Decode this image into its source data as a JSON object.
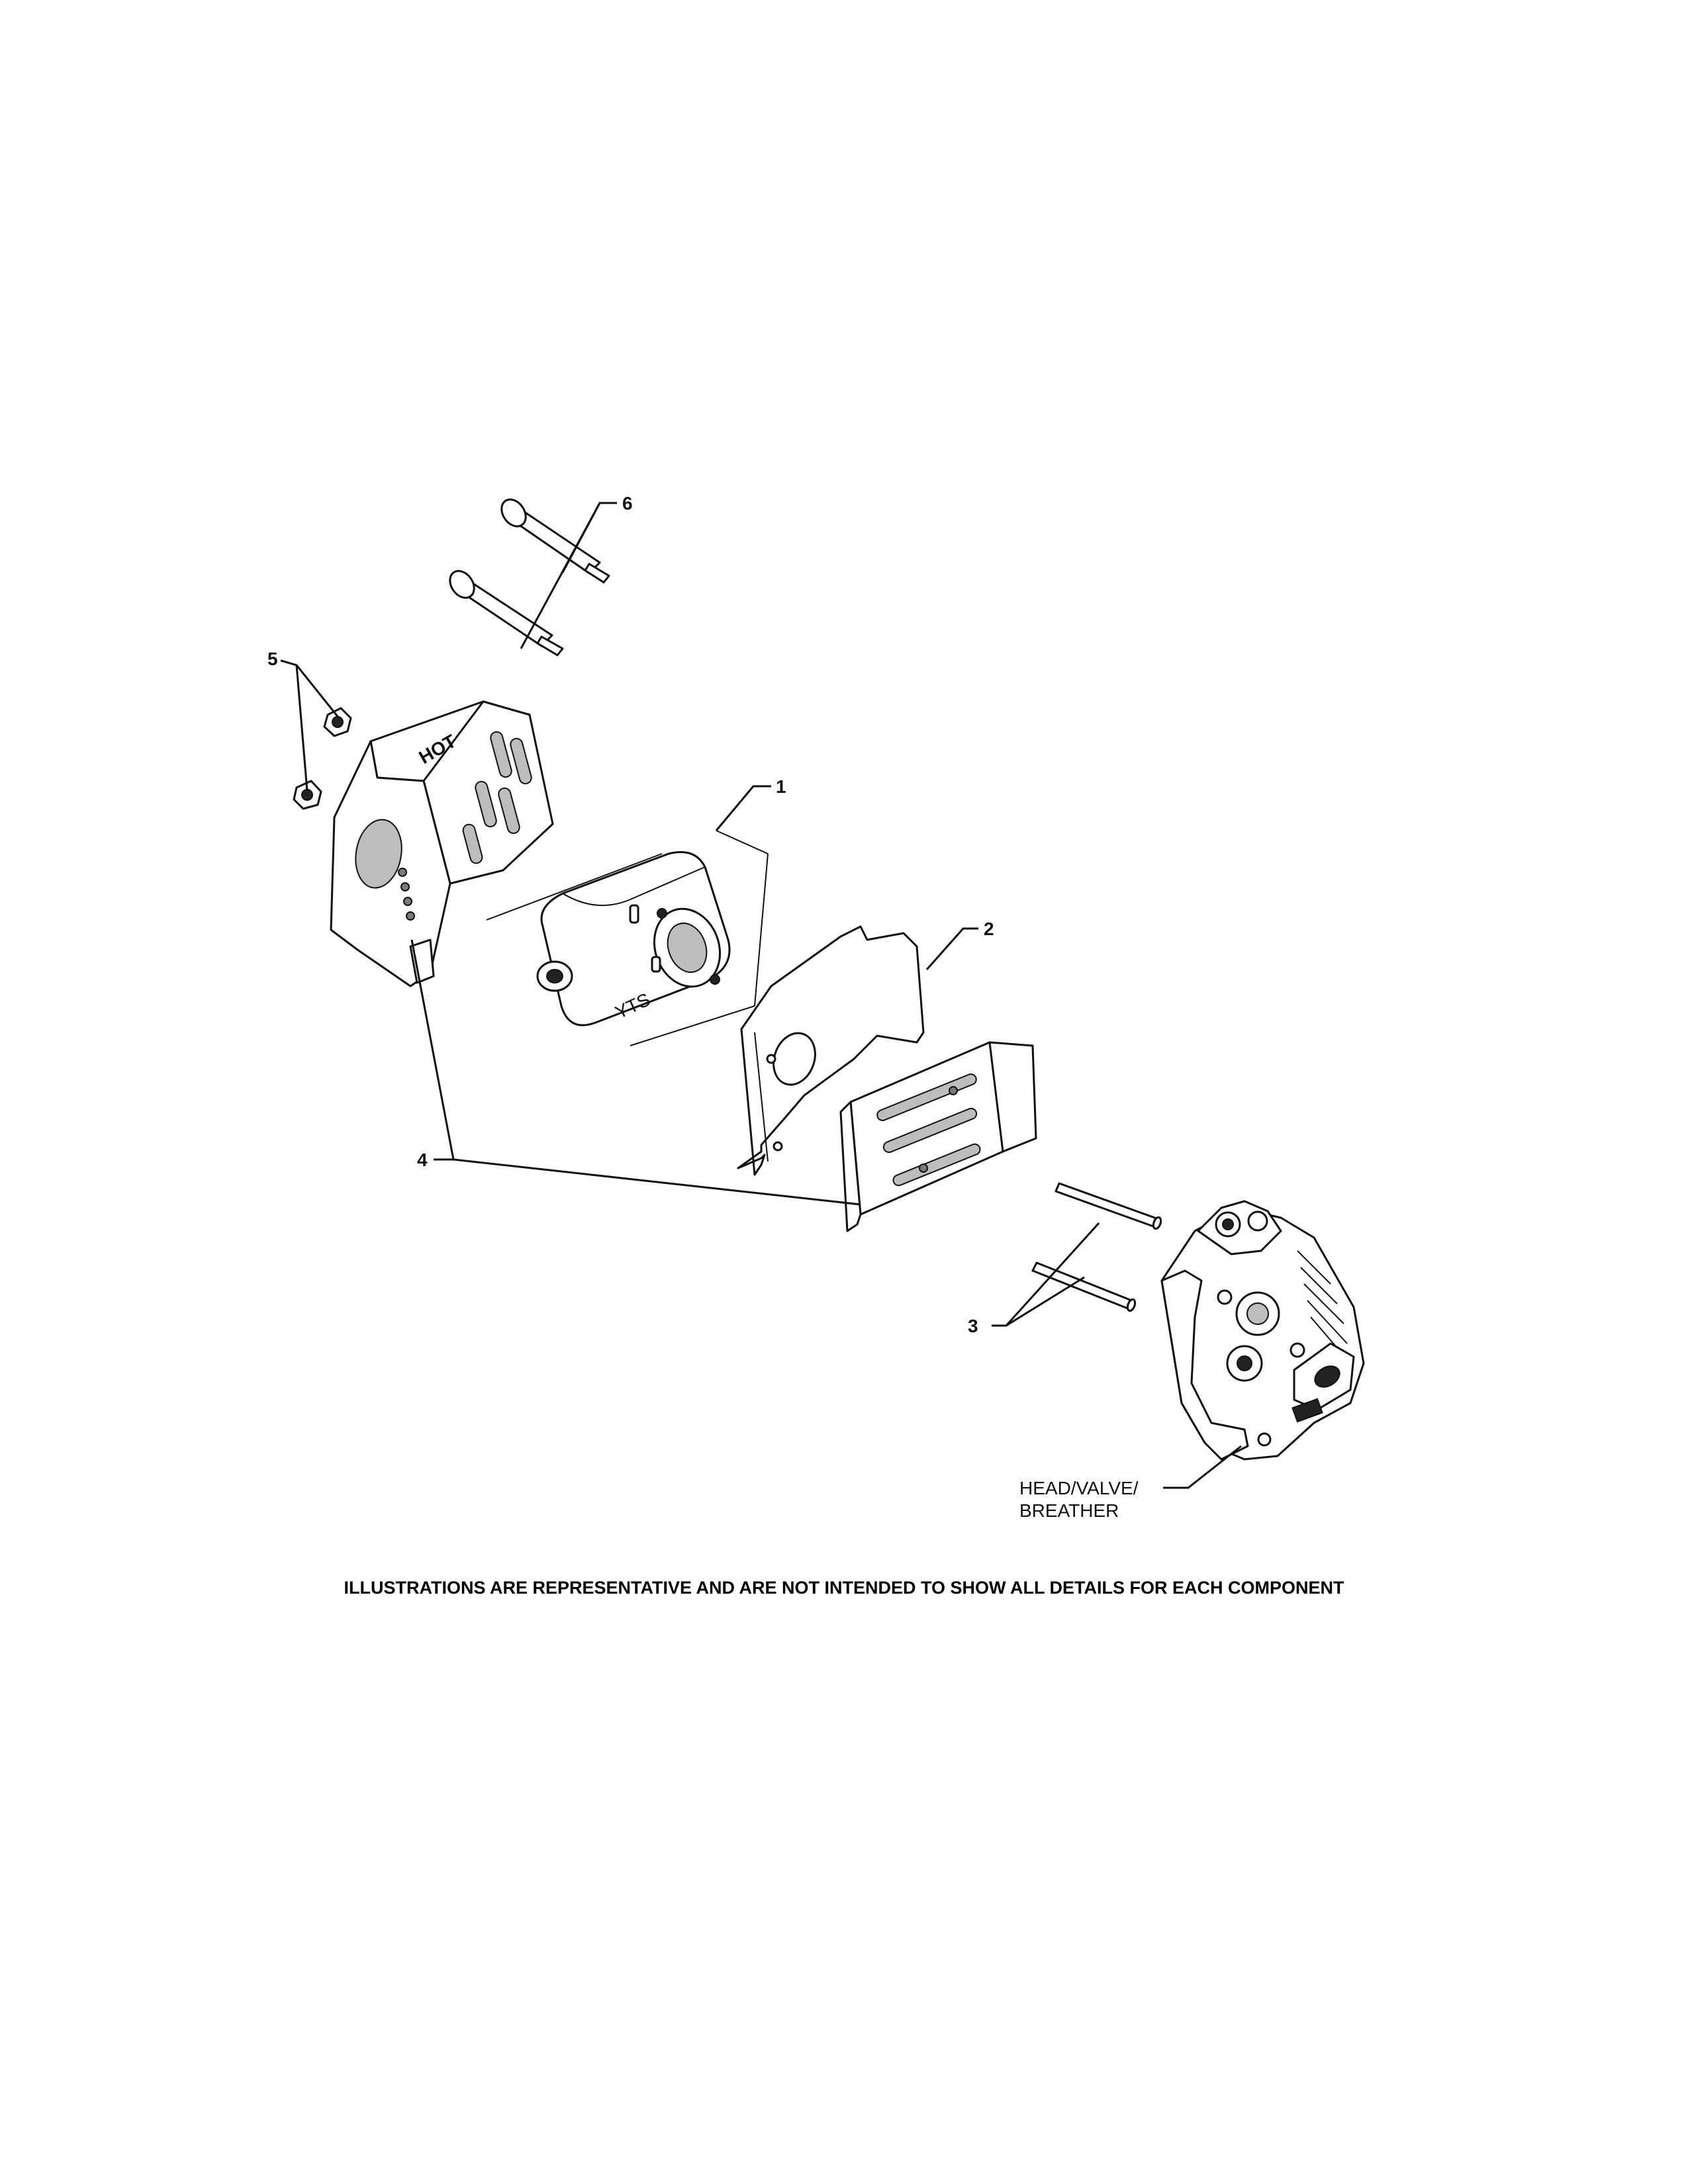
{
  "callouts": {
    "c1": "1",
    "c2": "2",
    "c3": "3",
    "c4": "4",
    "c5": "5",
    "c6": "6"
  },
  "head_label": {
    "line1": "HEAD/VALVE/",
    "line2": "BREATHER"
  },
  "shield_text": "HOT",
  "muffler_text": "YTS",
  "disclaimer": "ILLUSTRATIONS ARE REPRESENTATIVE AND ARE NOT INTENDED TO SHOW ALL DETAILS FOR EACH COMPONENT"
}
